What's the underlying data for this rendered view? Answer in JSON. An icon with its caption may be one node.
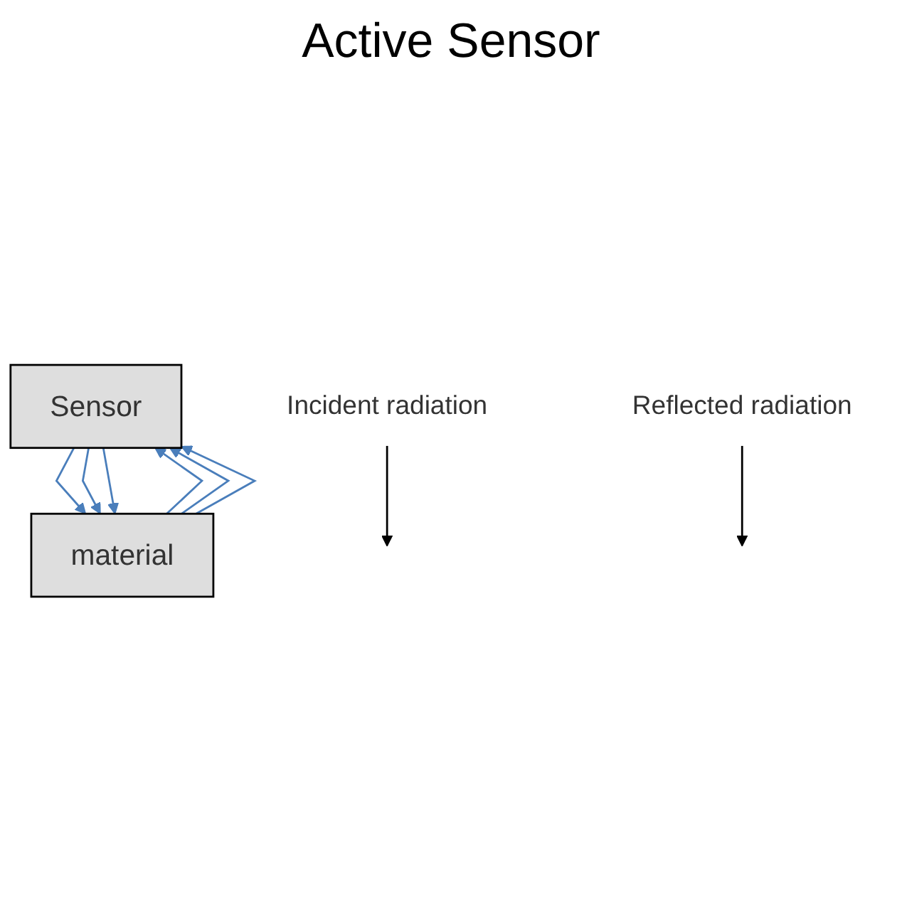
{
  "diagram": {
    "title": "Active Sensor",
    "nodes": [
      {
        "text": [
          "Sensor"
        ]
      },
      {
        "text": [
          "material"
        ]
      },
      {
        "text": [
          "Incident radiation"
        ]
      },
      {
        "text": [
          "Reflected radiation"
        ]
      }
    ],
    "edges": [
      {
        "from": 0,
        "to": 1,
        "arrow": "to"
      },
      {
        "from": 0,
        "to": 1,
        "arrow": "to"
      },
      {
        "from": 0,
        "to": 1,
        "arrow": "to"
      },
      {
        "from": 1,
        "to": 0,
        "arrow": "to"
      },
      {
        "from": 1,
        "to": 0,
        "arrow": "to"
      },
      {
        "from": 1,
        "to": 0,
        "arrow": "to"
      },
      {
        "from": 2,
        "to": null,
        "arrow": "to",
        "color": "#000000"
      },
      {
        "from": 3,
        "to": null,
        "arrow": "to",
        "color": "#000000"
      }
    ]
  }
}
